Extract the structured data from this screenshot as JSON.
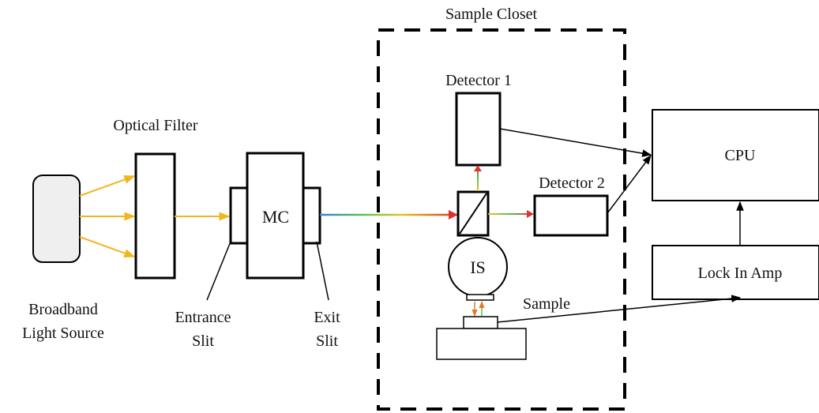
{
  "labels": {
    "sample_closet": "Sample Closet",
    "detector1": "Detector 1",
    "detector2": "Detector 2",
    "optical_filter": "Optical Filter",
    "cpu": "CPU",
    "lock_in_amp": "Lock In Amp",
    "mc": "MC",
    "is": "IS",
    "sample": "Sample",
    "broadband_line1": "Broadband",
    "broadband_line2": "Light Source",
    "entrance_line1": "Entrance",
    "entrance_line2": "Slit",
    "exit_line1": "Exit",
    "exit_line2": "Slit"
  },
  "colors": {
    "light_beam": "#f2b61d",
    "line": "#000000",
    "source_fill": "#efefef",
    "spectrum_start": "#3b7fd6",
    "spectrum_mid": "#53c15a",
    "spectrum_end": "#e0322a"
  }
}
